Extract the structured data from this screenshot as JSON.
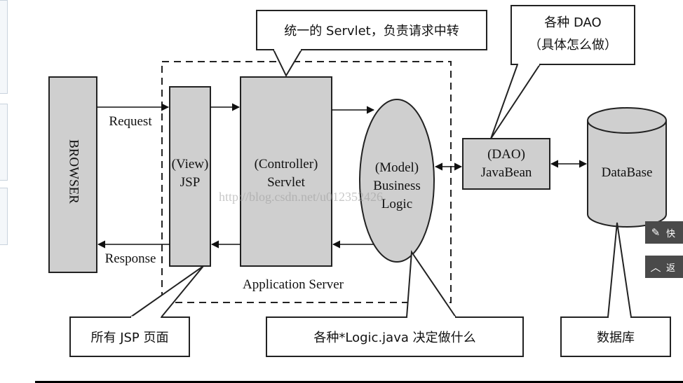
{
  "diagram": {
    "browser": "BROWSER",
    "request": "Request",
    "response": "Response",
    "view": [
      "(View)",
      "JSP"
    ],
    "controller": [
      "(Controller)",
      "Servlet"
    ],
    "model": [
      "(Model)",
      "Business",
      "Logic"
    ],
    "app_server": "Application Server",
    "dao": [
      "(DAO)",
      "JavaBean"
    ],
    "database": "DataBase",
    "callout_servlet": "统一的 Servlet，负责请求中转",
    "callout_dao": [
      "各种 DAO",
      "（具体怎么做）"
    ],
    "callout_jsp": "所有 JSP 页面",
    "callout_logic": "各种*Logic.java 决定做什么",
    "callout_db": "数据库",
    "watermark": "http://blog.csdn.net/u012352426"
  },
  "floating": {
    "quick_reply": "快",
    "back_to_top": "返"
  },
  "colors": {
    "box_fill": "#cfcfcf",
    "stroke": "#222222",
    "float_bg": "#4a4a4a"
  }
}
